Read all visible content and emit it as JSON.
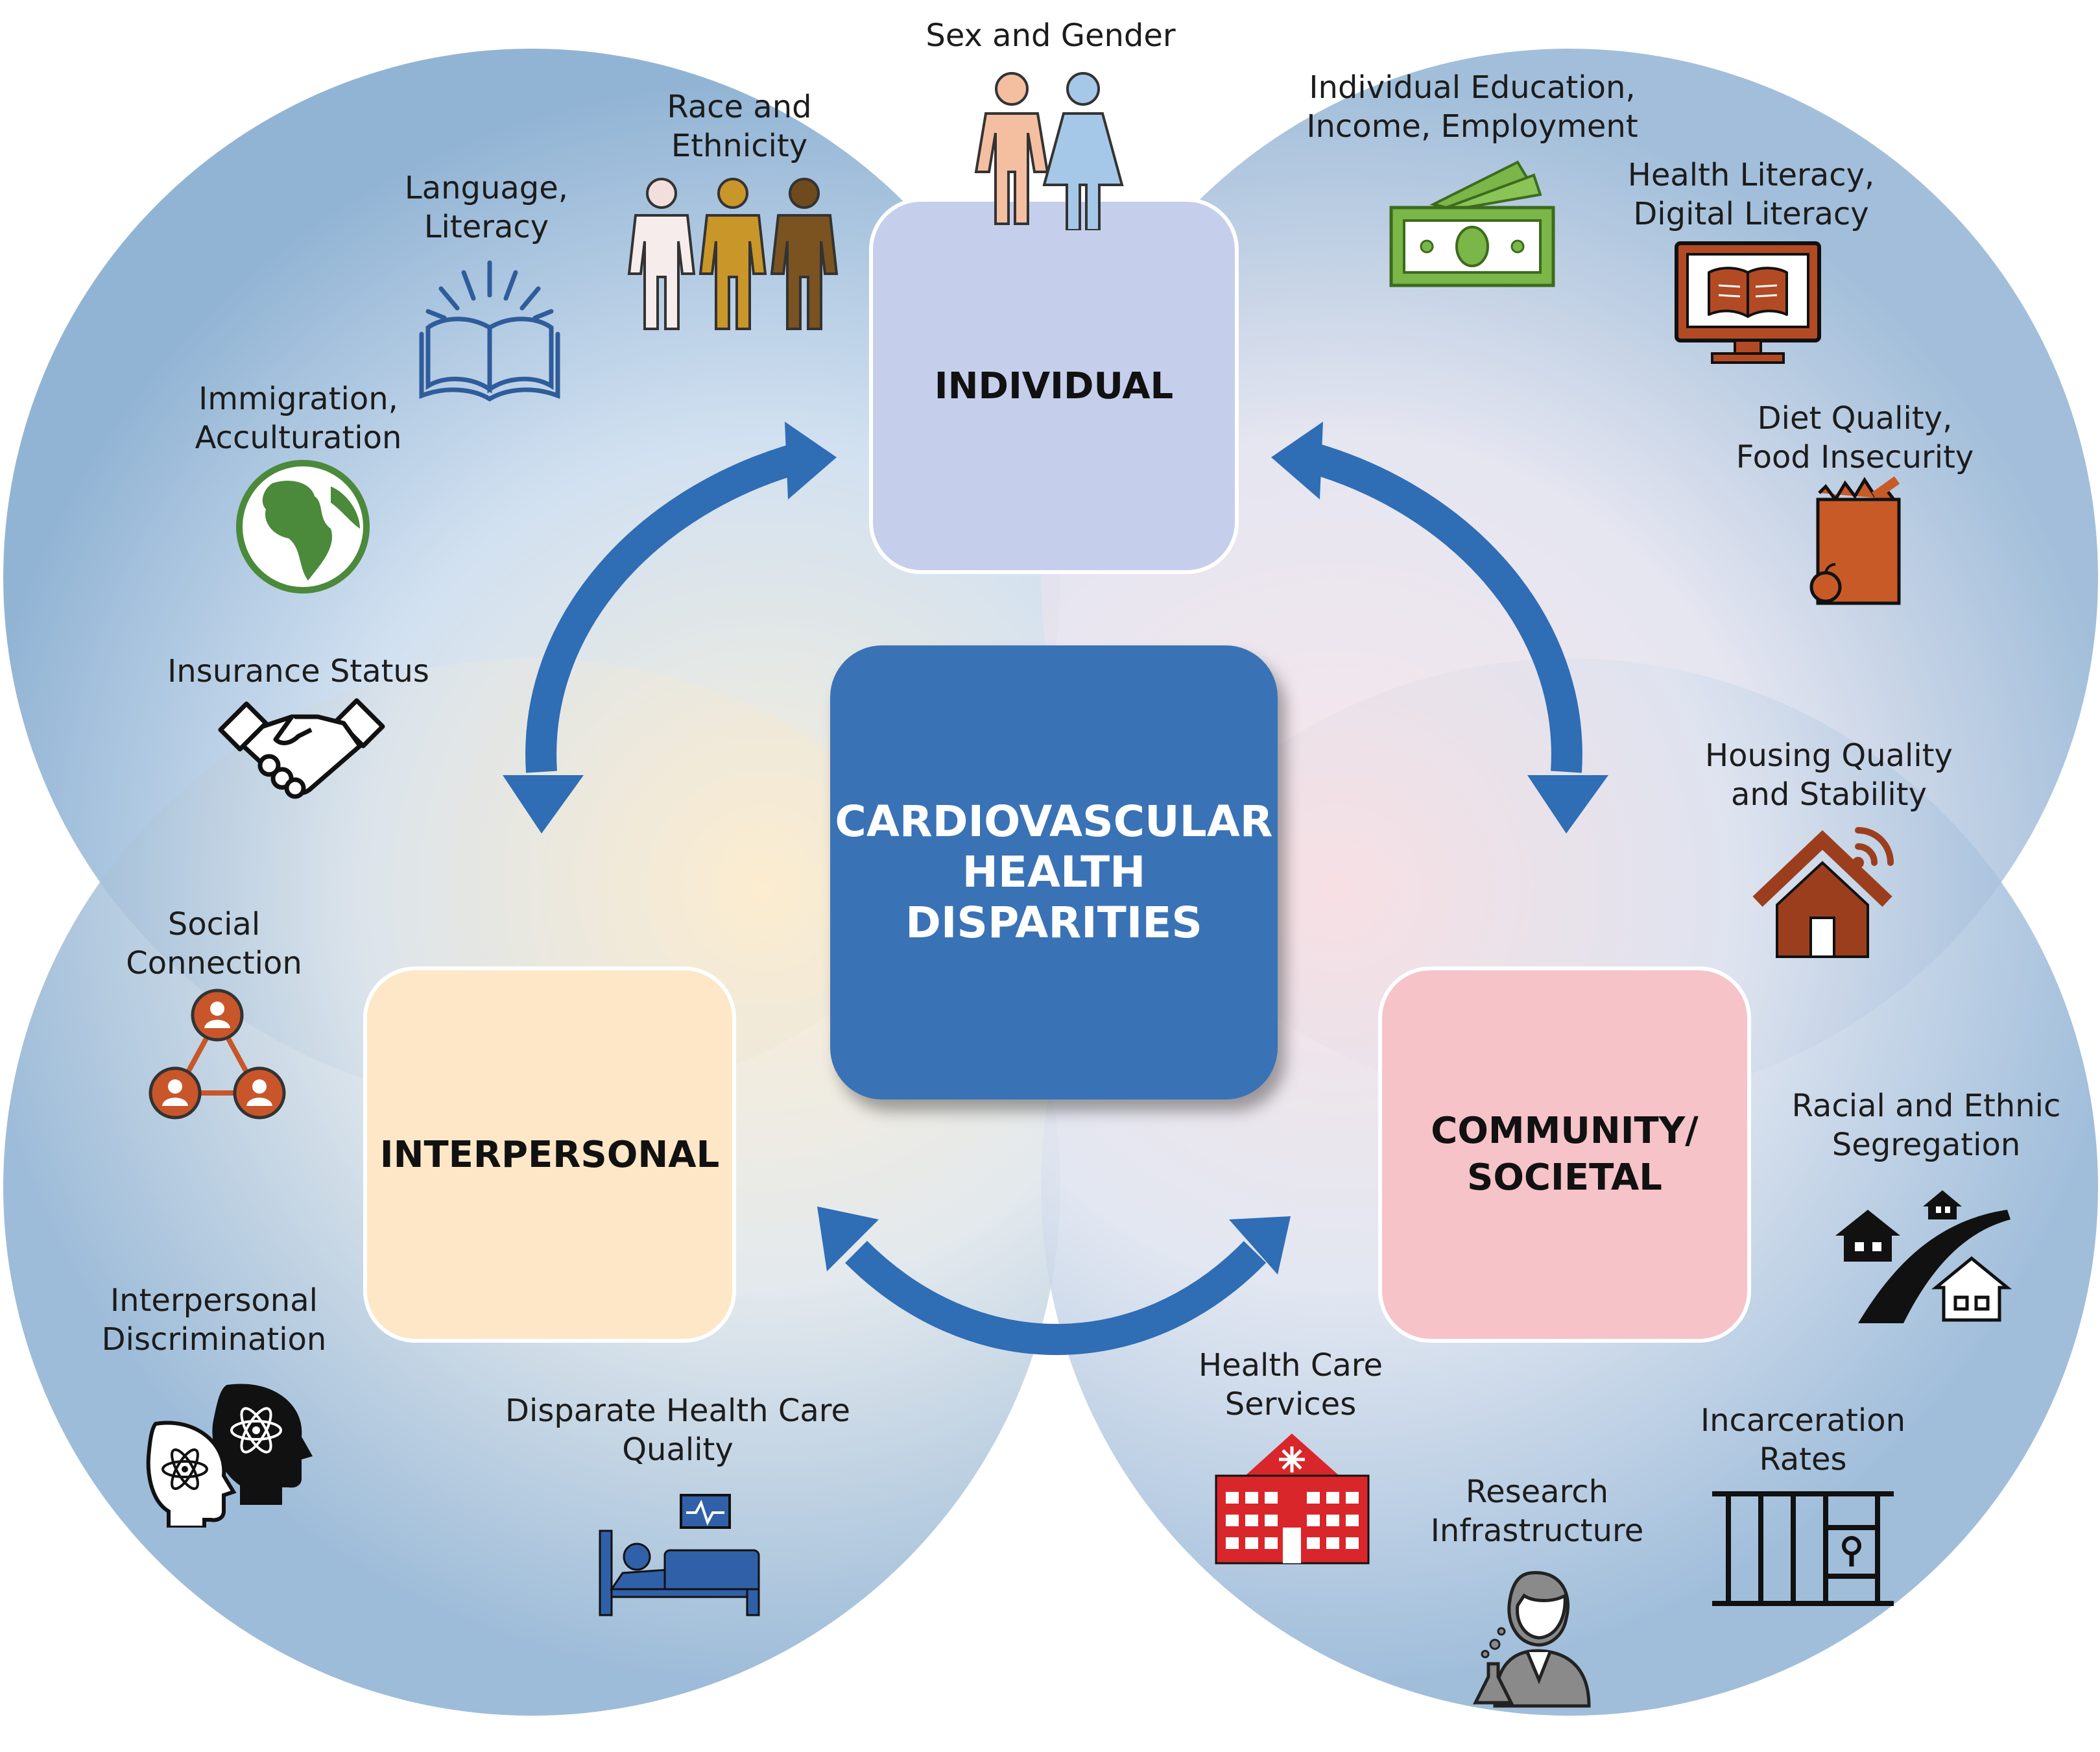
{
  "center": {
    "line1": "CARDIOVASCULAR",
    "line2": "HEALTH",
    "line3": "DISPARITIES"
  },
  "domains": {
    "individual": "INDIVIDUAL",
    "interpersonal": "INTERPERSONAL",
    "community_line1": "COMMUNITY/",
    "community_line2": "SOCIETAL"
  },
  "factors": {
    "sex_gender": "Sex and Gender",
    "race_1": "Race and",
    "race_2": "Ethnicity",
    "language_1": "Language,",
    "language_2": "Literacy",
    "immigration_1": "Immigration,",
    "immigration_2": "Acculturation",
    "insurance": "Insurance Status",
    "social_1": "Social",
    "social_2": "Connection",
    "discrimination_1": "Interpersonal",
    "discrimination_2": "Discrimination",
    "care_quality_1": "Disparate Health Care",
    "care_quality_2": "Quality",
    "education_1": "Individual Education,",
    "education_2": "Income, Employment",
    "health_literacy_1": "Health Literacy,",
    "health_literacy_2": "Digital Literacy",
    "diet_1": "Diet Quality,",
    "diet_2": "Food Insecurity",
    "housing_1": "Housing Quality",
    "housing_2": "and Stability",
    "segregation_1": "Racial and Ethnic",
    "segregation_2": "Segregation",
    "services_1": "Health Care",
    "services_2": "Services",
    "research_1": "Research",
    "research_2": "Infrastructure",
    "incarceration_1": "Incarceration",
    "incarceration_2": "Rates"
  },
  "icons": {
    "sex_gender": "man-woman-icon",
    "race": "three-people-icon",
    "language": "open-book-icon",
    "immigration": "globe-icon",
    "insurance": "handshake-icon",
    "social": "network-people-icon",
    "discrimination": "heads-atom-icon",
    "care_quality": "hospital-bed-icon",
    "education": "money-bill-icon",
    "health_literacy": "monitor-book-icon",
    "diet": "grocery-bag-icon",
    "housing": "smart-house-icon",
    "segregation": "road-houses-icon",
    "services": "hospital-building-icon",
    "research": "scientist-icon",
    "incarceration": "jail-bars-icon"
  },
  "colors": {
    "circle_blue": "#8aafd0",
    "individual_box": "#c5cfec",
    "interpersonal_box": "#fde7c7",
    "community_box": "#f5c3c8",
    "center_box": "#3a72b6",
    "arrow": "#2f6db5"
  }
}
